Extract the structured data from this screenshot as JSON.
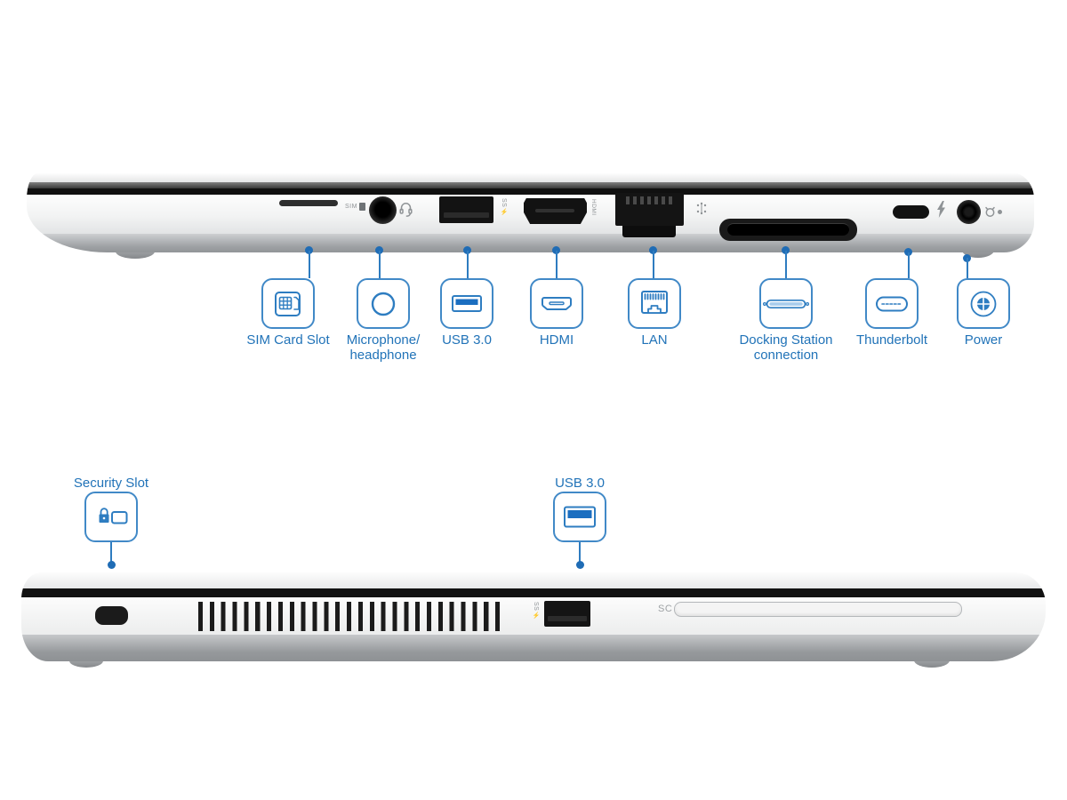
{
  "colors": {
    "accent_blue": "#2e7dc1",
    "label_blue": "#2173b8",
    "usb_fill_blue": "#1b6ec0",
    "port_black": "#141414",
    "background": "#ffffff"
  },
  "top_view": {
    "description": "laptop right side ports",
    "callouts": [
      {
        "id": "sim",
        "icon": "sim-card-icon",
        "label_lines": [
          "SIM Card Slot"
        ]
      },
      {
        "id": "audio",
        "icon": "microphone-headphone-icon",
        "label_lines": [
          "Microphone/",
          "headphone"
        ]
      },
      {
        "id": "usb3",
        "icon": "usb-port-icon",
        "label_lines": [
          "USB 3.0"
        ]
      },
      {
        "id": "hdmi",
        "icon": "hdmi-connector-icon",
        "label_lines": [
          "HDMI"
        ]
      },
      {
        "id": "lan",
        "icon": "ethernet-port-icon",
        "label_lines": [
          "LAN"
        ]
      },
      {
        "id": "dock",
        "icon": "docking-connector-icon",
        "label_lines": [
          "Docking Station",
          "connection"
        ]
      },
      {
        "id": "tb",
        "icon": "usb-c-thunderbolt-icon",
        "label_lines": [
          "Thunderbolt"
        ]
      },
      {
        "id": "power",
        "icon": "power-port-icon",
        "label_lines": [
          "Power"
        ]
      }
    ],
    "markings": {
      "sim": "SIM",
      "ss_usb": "SS⚡",
      "hdmi": "HDMI"
    }
  },
  "bottom_view": {
    "description": "laptop left side ports",
    "callouts": [
      {
        "id": "security",
        "icon": "security-lock-icon",
        "label_lines": [
          "Security Slot"
        ]
      },
      {
        "id": "usb3",
        "icon": "usb-port-icon",
        "label_lines": [
          "USB 3.0"
        ]
      }
    ],
    "markings": {
      "ss_usb": "SS⚡",
      "smart_card": "SC"
    }
  }
}
